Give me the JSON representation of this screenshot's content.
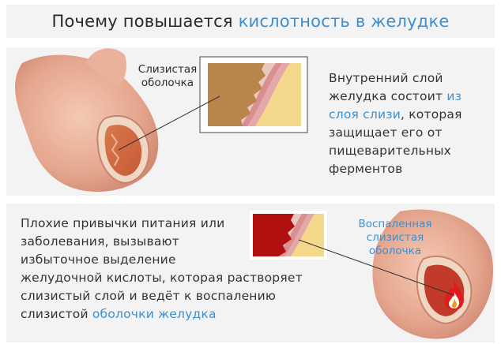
{
  "title": {
    "part1": "Почему повышается",
    "part2": "кислотность в желудке"
  },
  "top_panel": {
    "label_line1": "Слизистая",
    "label_line2": "оболочка",
    "desc": {
      "line1": "Внутренний слой",
      "line2_a": "желудка состоит",
      "line2_b": "из",
      "line3_a": "слоя слизи",
      "line3_b": ", которая",
      "line4": "защищает его от",
      "line5": "пищеварительных",
      "line6": "ферментов"
    }
  },
  "bottom_panel": {
    "desc": {
      "line1": "Плохие привычки питания или",
      "line2": "заболевания, вызывают",
      "line3": "избыточное выделение",
      "line4": "желудочной кислоты, которая растворяет",
      "line5": "слизистый слой и ведёт к воспалению",
      "line6_a": "слизистой",
      "line6_b": "оболочки желудка"
    },
    "label_line1": "Воспаленная",
    "label_line2": "слизистая",
    "label_line3": "оболочка"
  },
  "colors": {
    "accent_blue": "#3d8fd1",
    "mucosa_brown": "#b8864a",
    "inflamed_red": "#b01010",
    "panel_bg": "#f3f3f3"
  }
}
